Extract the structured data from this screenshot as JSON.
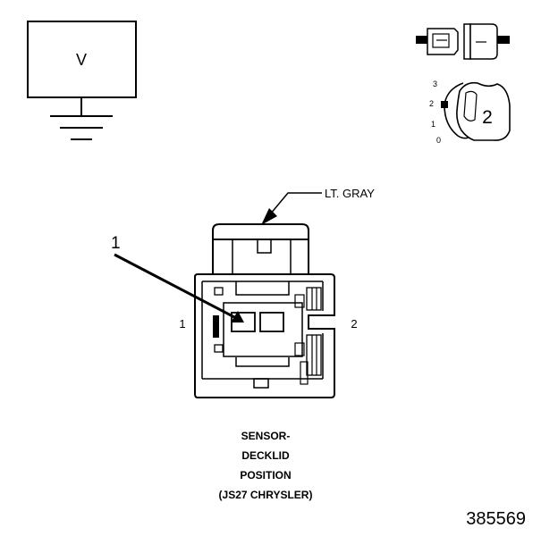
{
  "voltmeter": {
    "label": "V"
  },
  "switch_icon": {
    "positions": [
      "3",
      "2",
      "1",
      "0"
    ],
    "selected": "2"
  },
  "wire_color": "LT. GRAY",
  "callout": "1",
  "pins": {
    "left": "1",
    "right": "2"
  },
  "caption": [
    "SENSOR-",
    "DECKLID",
    "POSITION",
    "(JS27 CHRYSLER)"
  ],
  "figure_id": "385569"
}
